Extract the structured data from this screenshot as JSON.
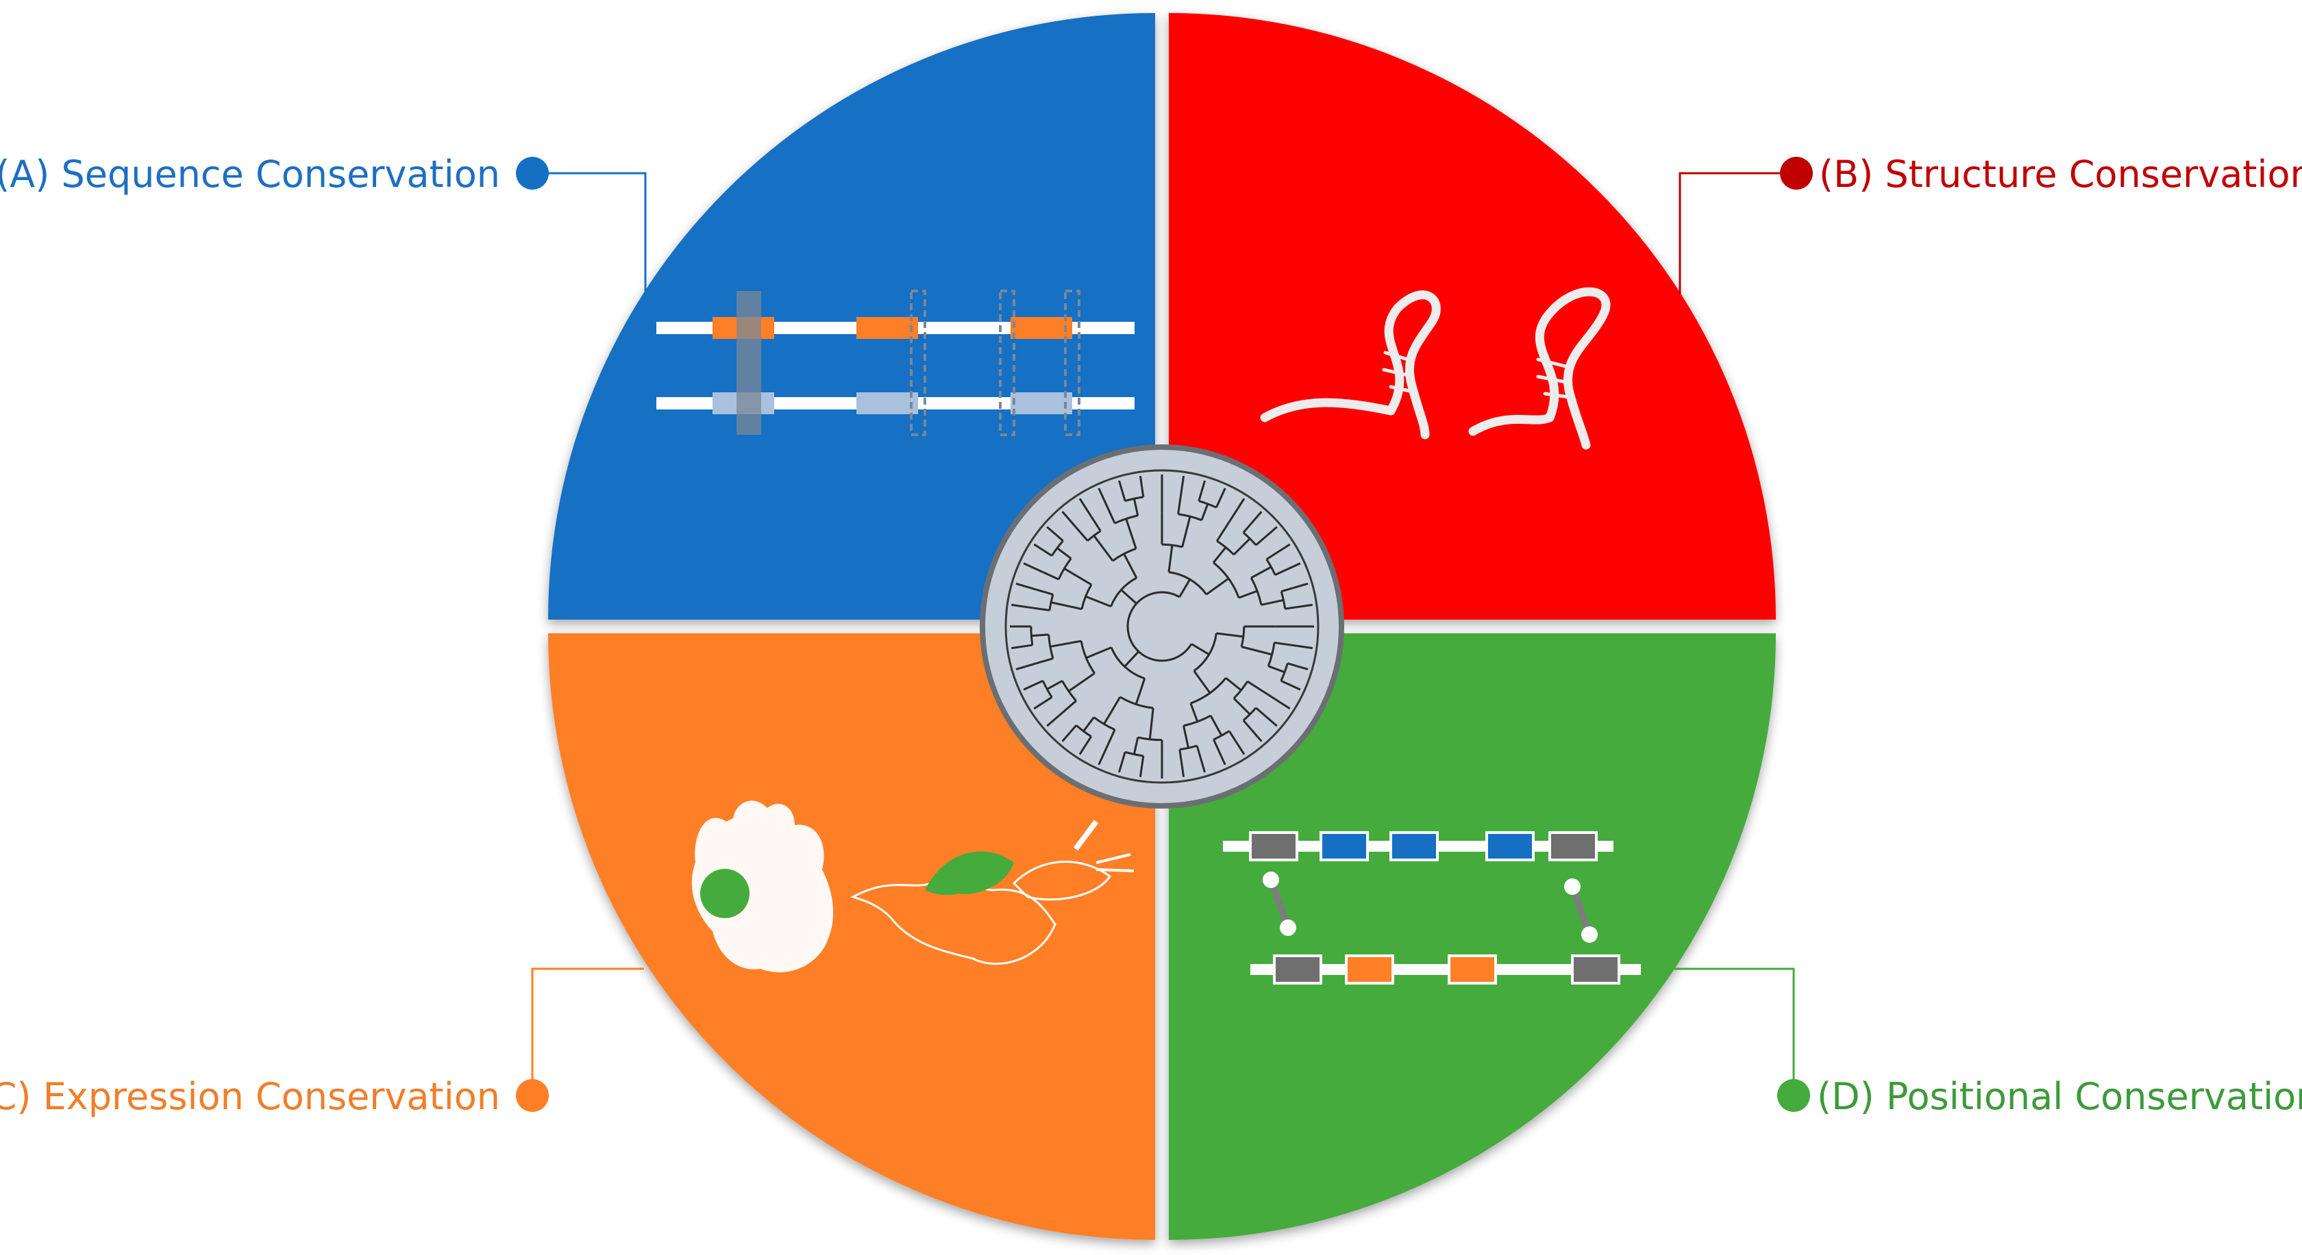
{
  "labels": {
    "a": "(A) Sequence Conservation",
    "b": "(B) Structure Conservation",
    "c": "(C) Expression Conservation",
    "d": "(D) Positional Conservation"
  },
  "colors": {
    "a": "#1570c4",
    "b": "#ff0000",
    "c": "#ff7f27",
    "d": "#44ab3c",
    "a_text": "#1d6fc2",
    "b_text": "#c00000",
    "c_text": "#f07e2a",
    "d_text": "#3d9a3a",
    "hub_fill": "#c6ceda",
    "hub_stroke": "#6b6f73",
    "tree_line": "#2b2b2b",
    "box_gray": "#6f6f6f",
    "box_blue": "#1570c4",
    "box_orange": "#ff7f27",
    "box_lightblue": "#a9c1dd"
  },
  "icons": {
    "a": "aligned-sequences-icon",
    "b": "rna-hairpin-structures-icon",
    "c": "heart-and-mouse-brain-icon",
    "d": "synteny-gene-order-icon",
    "center": "circular-phylogenetic-tree-icon"
  }
}
